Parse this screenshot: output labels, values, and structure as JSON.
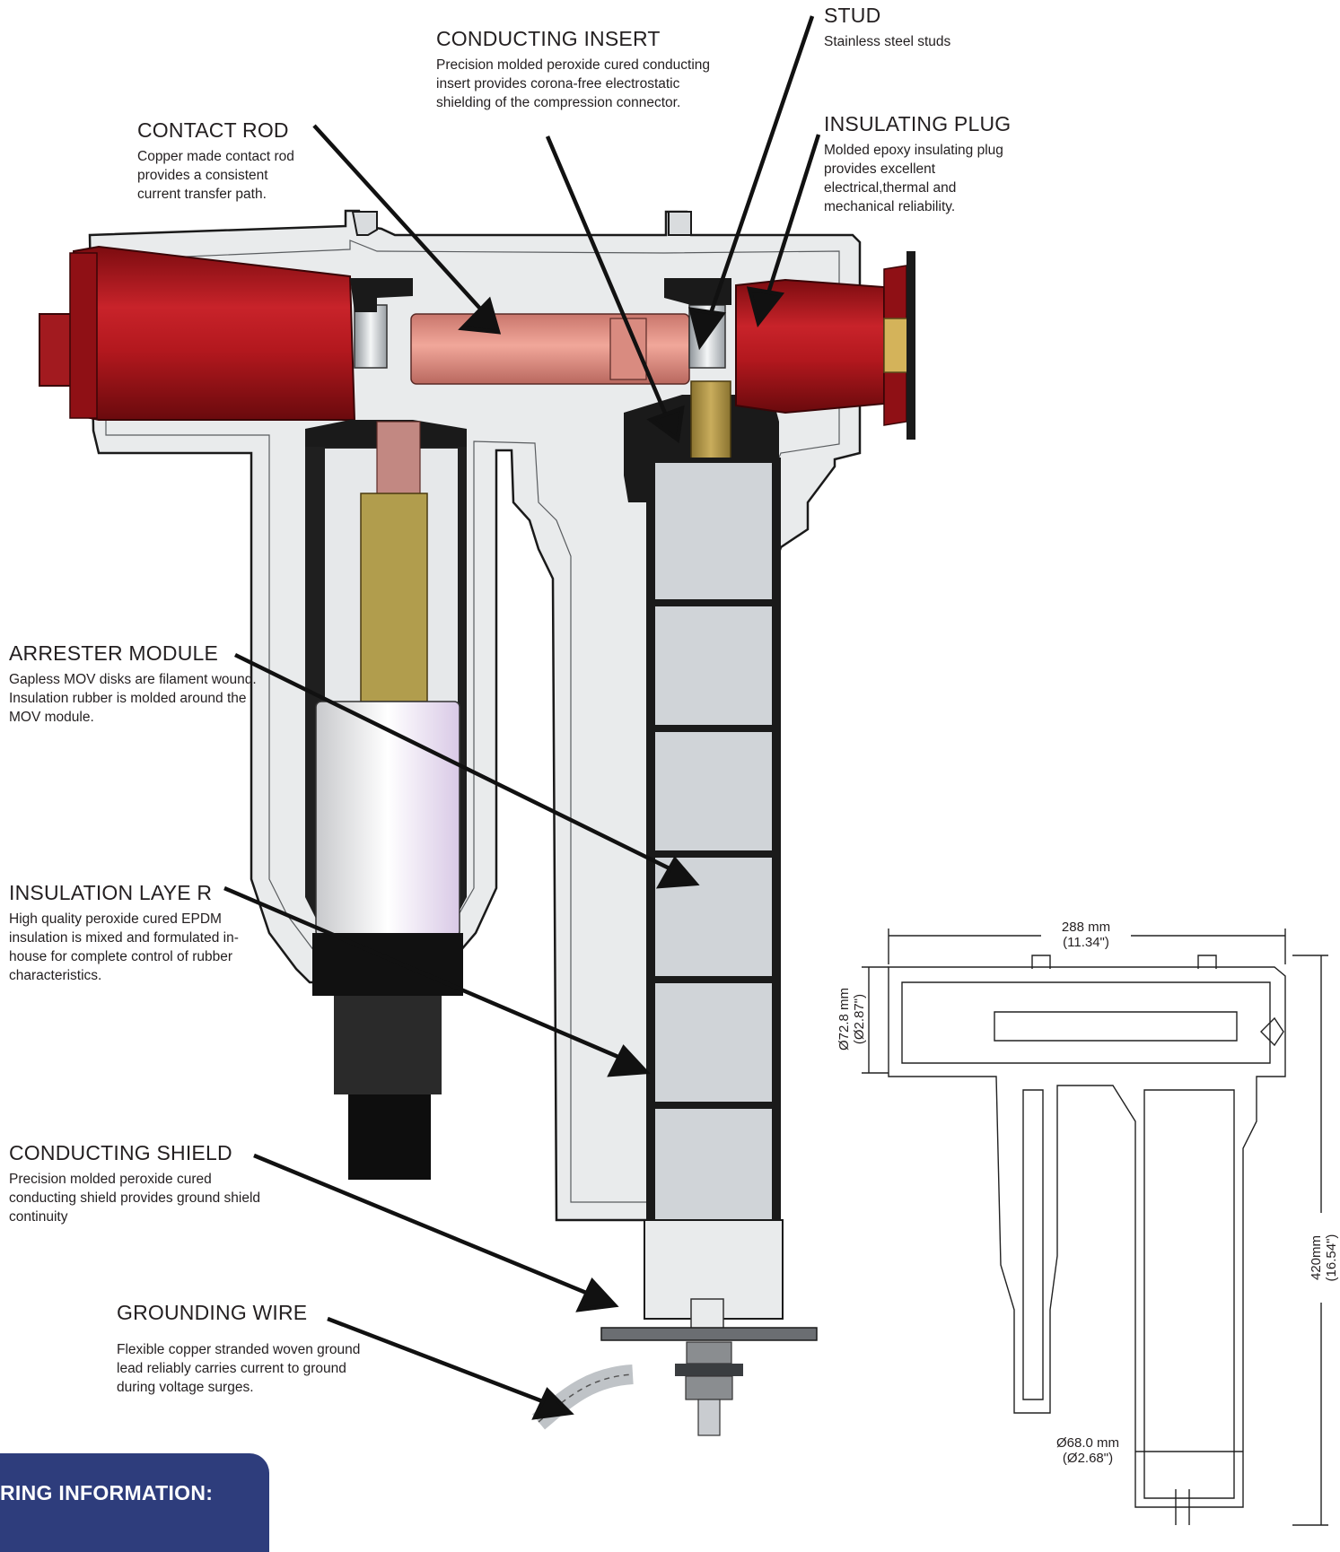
{
  "callouts": {
    "conducting_insert": {
      "title": "CONDUCTING INSERT",
      "desc": "Precision molded peroxide cured conducting insert provides corona-free electrostatic shielding of the compression connector."
    },
    "stud": {
      "title": "STUD",
      "desc": "Stainless steel studs"
    },
    "contact_rod": {
      "title": "CONTACT ROD",
      "desc": "Copper made contact rod provides a consistent current transfer path."
    },
    "insulating_plug": {
      "title": "INSULATING PLUG",
      "desc": "Molded epoxy insulating plug provides excellent electrical,thermal and mechanical reliability."
    },
    "arrester_module": {
      "title": "ARRESTER MODULE",
      "desc": "Gapless MOV disks are filament wound. Insulation rubber is molded around the MOV module."
    },
    "insulation_layer": {
      "title": "INSULATION LAYE R",
      "desc": "High quality peroxide cured EPDM insulation is mixed and formulated in-house for complete control of rubber characteristics."
    },
    "conducting_shield": {
      "title": "CONDUCTING SHIELD",
      "desc": "Precision molded peroxide cured conducting shield provides ground shield continuity"
    },
    "grounding_wire": {
      "title": "GROUNDING WIRE",
      "desc": "Flexible copper stranded woven ground lead reliably carries current to ground during voltage surges."
    }
  },
  "dimensions": {
    "width_mm": "288 mm",
    "width_in": "(11.34\")",
    "bushing_dia_mm": "Ø72.8 mm",
    "bushing_dia_in": "(Ø2.87\")",
    "body_dia_mm": "Ø68.0 mm",
    "body_dia_in": "(Ø2.68\")",
    "height_mm": "420mm",
    "height_in": "(16.54\")"
  },
  "ordering": {
    "label": "RING INFORMATION:"
  },
  "colors": {
    "rubber": "#e9ebec",
    "insulating_plug_red": "#b3181e",
    "conductor_copper": "#c7807a",
    "brass": "#b89a4e",
    "mov_disk": "#d0d4d8",
    "banner": "#2e3d7c"
  }
}
